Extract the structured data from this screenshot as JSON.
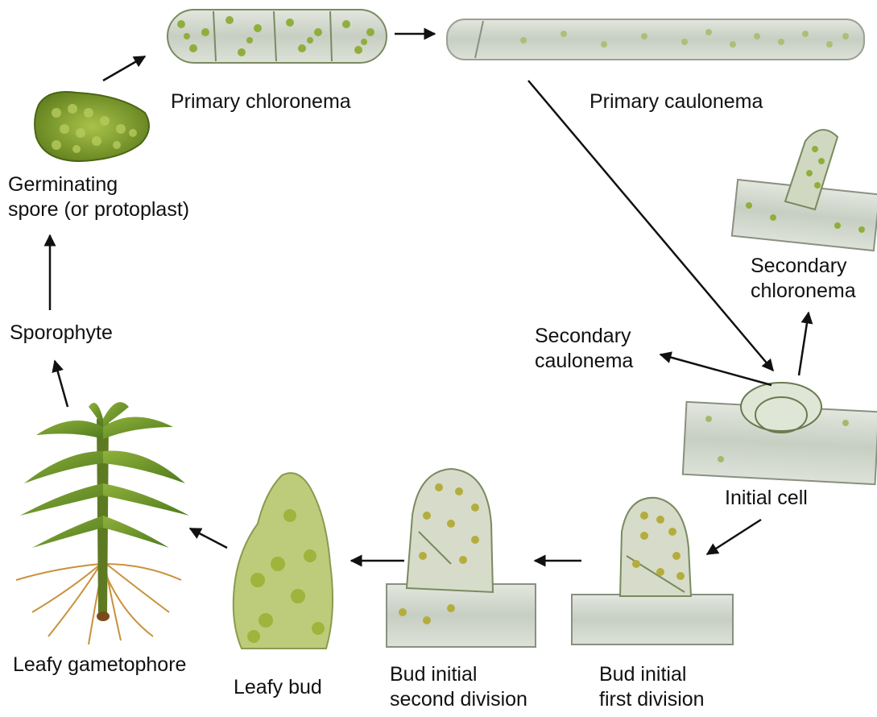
{
  "labels": {
    "primary_chloronema": "Primary chloronema",
    "primary_caulonema": "Primary caulonema",
    "germinating_spore": "Germinating\nspore (or protoplast)",
    "secondary_chloronema": "Secondary\nchloronema",
    "secondary_caulonema": "Secondary\ncaulonema",
    "sporophyte": "Sporophyte",
    "initial_cell": "Initial cell",
    "leafy_gametophore": "Leafy gametophore",
    "leafy_bud": "Leafy bud",
    "bud_initial_second": "Bud initial\nsecond division",
    "bud_initial_first": "Bud initial\nfirst division"
  },
  "colors": {
    "cell_green": "#8fae3c",
    "cell_fill": "#d2d9c6",
    "filament_grey": "#c9cfc8",
    "stem_brown": "#7a4a1a",
    "arrow": "#111111"
  }
}
